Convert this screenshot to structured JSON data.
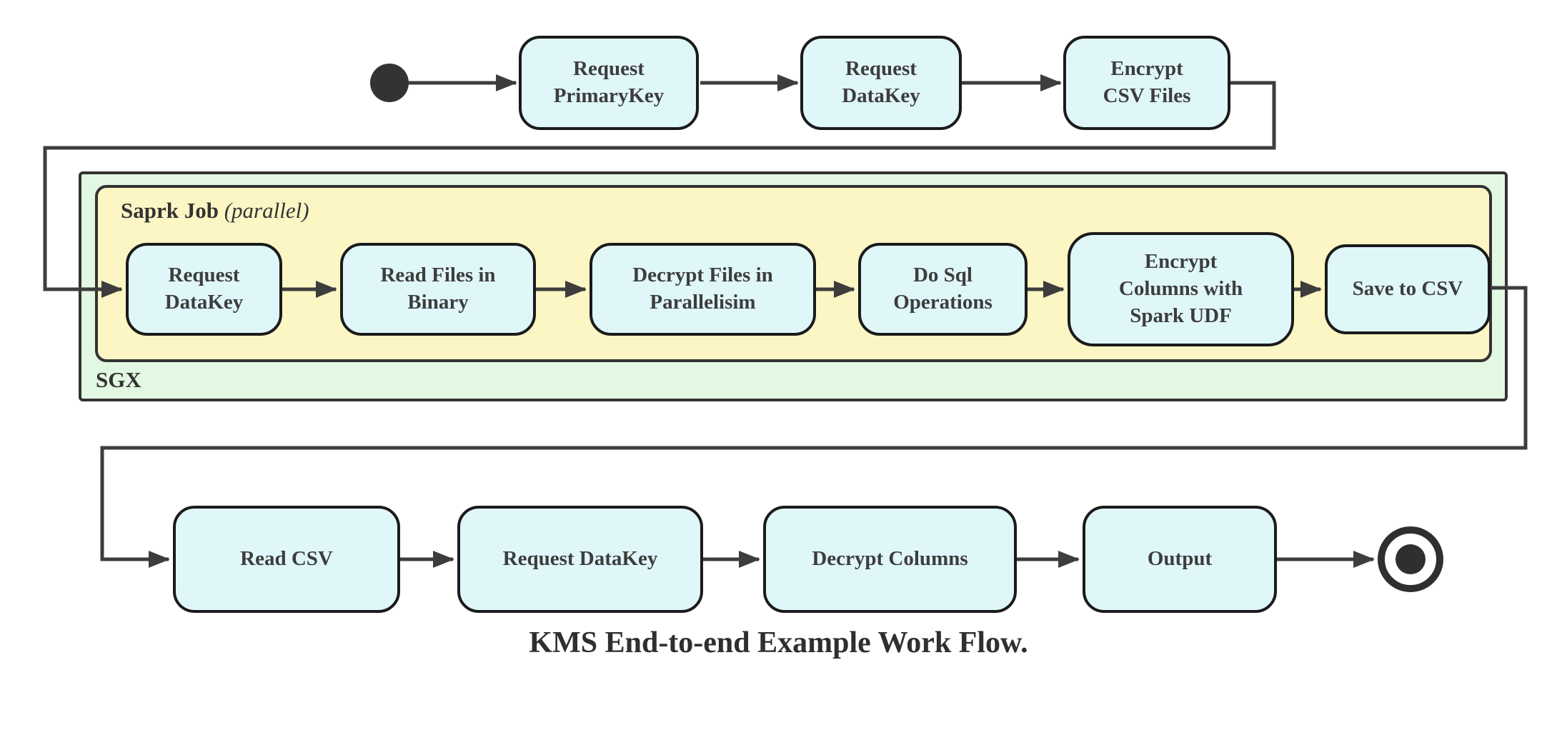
{
  "title": "KMS End-to-end Example Work Flow.",
  "colors": {
    "node_fill": "#e0f7fa",
    "node_border": "#1b1b1b",
    "edge": "#3d3d3d",
    "sgx_fill": "#e2f8e2",
    "spark_fill": "#fcf6c5",
    "container_border": "#333333",
    "text": "#333333"
  },
  "containers": {
    "sgx": {
      "label": "SGX"
    },
    "spark_job": {
      "label": "Saprk Job",
      "qualifier": "(parallel)"
    }
  },
  "top_row": [
    {
      "label": "Request\nPrimaryKey"
    },
    {
      "label": "Request\nDataKey"
    },
    {
      "label": "Encrypt\nCSV Files"
    }
  ],
  "spark_row": [
    {
      "label": "Request\nDataKey"
    },
    {
      "label": "Read Files in\nBinary"
    },
    {
      "label": "Decrypt Files in\nParallelisim"
    },
    {
      "label": "Do Sql\nOperations"
    },
    {
      "label": "Encrypt\nColumns with\nSpark UDF"
    },
    {
      "label": "Save to CSV"
    }
  ],
  "bottom_row": [
    {
      "label": "Read CSV"
    },
    {
      "label": "Request DataKey"
    },
    {
      "label": "Decrypt Columns"
    },
    {
      "label": "Output"
    }
  ]
}
